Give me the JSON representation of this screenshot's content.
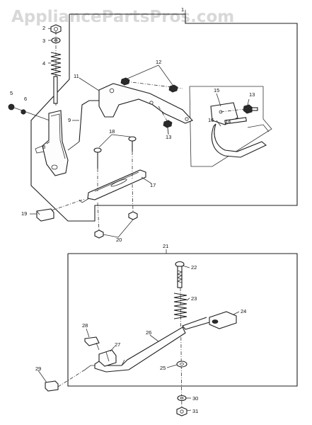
{
  "watermark": "AppliancePartsPros.com",
  "callouts": {
    "c1": "1",
    "c2": "2",
    "c3": "3",
    "c4": "4",
    "c5": "5",
    "c6": "6",
    "c8": "8",
    "c9": "9",
    "c11": "11",
    "c12": "12",
    "c13a": "13",
    "c13b": "13",
    "c14": "14",
    "c15": "15",
    "c16": "16",
    "c17": "17",
    "c18": "18",
    "c19": "19",
    "c20": "20",
    "c21": "21",
    "c22": "22",
    "c23": "23",
    "c24": "24",
    "c25": "25",
    "c26": "26",
    "c27": "27",
    "c28": "28",
    "c29": "29",
    "c30": "30",
    "c31": "31"
  }
}
